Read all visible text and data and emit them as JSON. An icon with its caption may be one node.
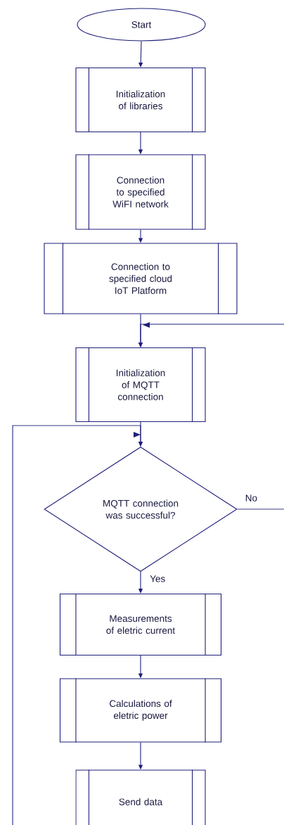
{
  "diagram": {
    "nodes": [
      {
        "text": [
          "Start"
        ]
      },
      {
        "text": [
          "Initialization of libraries"
        ]
      },
      {
        "text": [
          "Connection to specified WiFI network"
        ]
      },
      {
        "text": [
          "Connection to specified cloud IoT Platform"
        ]
      },
      {
        "text": [
          "Initialization of MQTT connection"
        ]
      },
      {
        "text": [
          "MQTT connection was successful?"
        ]
      },
      {
        "text": [
          "Measurements of eletric current"
        ]
      },
      {
        "text": [
          "Calculations of eletric power"
        ]
      },
      {
        "text": [
          "Send data"
        ]
      }
    ],
    "edges": [
      {
        "from": 0,
        "to": 1,
        "arrow": "to"
      },
      {
        "from": 1,
        "to": 2,
        "arrow": "to"
      },
      {
        "from": 2,
        "to": 3,
        "arrow": "to"
      },
      {
        "from": 3,
        "to": 4,
        "arrow": "to"
      },
      {
        "from": 4,
        "to": 5,
        "arrow": "to"
      },
      {
        "from": 5,
        "to": 6,
        "arrow": "to",
        "label": "Yes"
      },
      {
        "from": 6,
        "to": 7,
        "arrow": "to"
      },
      {
        "from": 7,
        "to": 8,
        "arrow": "to"
      },
      {
        "from": 5,
        "to": 4,
        "arrow": "to",
        "label": "No"
      },
      {
        "from": null,
        "to": 5,
        "arrow": "to"
      }
    ]
  }
}
